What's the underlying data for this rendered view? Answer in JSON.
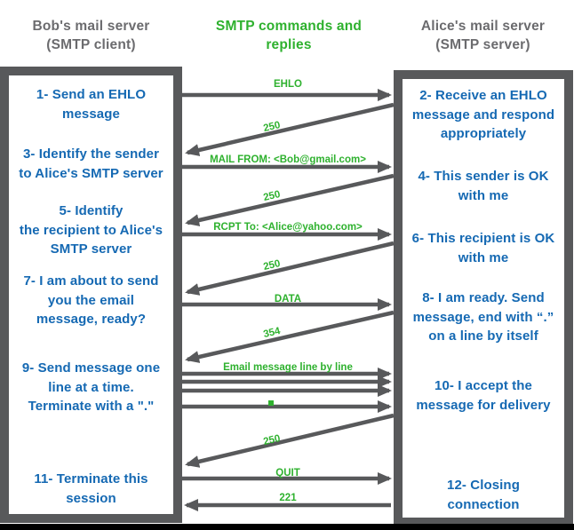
{
  "colors": {
    "frame_gray": "#58595b",
    "header_gray": "#6b6b6e",
    "text_blue": "#1569b3",
    "accent_green": "#2eb12e",
    "footer_black": "#000000"
  },
  "headers": {
    "client": "Bob's mail server\n(SMTP client)",
    "middle": "SMTP commands and\nreplies",
    "server": "Alice's mail server\n(SMTP server)"
  },
  "client_box": {
    "role": "SMTP client",
    "items": [
      "1- Send an EHLO\nmessage",
      "3- Identify the sender\nto Alice's SMTP server",
      "5- Identify\nthe recipient to Alice's\nSMTP server",
      "7- I am about to send\nyou the email\nmessage, ready?",
      "9- Send message one\nline at a time.\nTerminate with a \".\"",
      "11- Terminate this\nsession"
    ]
  },
  "server_box": {
    "role": "SMTP server",
    "items": [
      "2- Receive an EHLO\nmessage and respond\nappropriately",
      "4- This sender is OK\nwith me",
      "6- This recipient is OK\nwith me",
      "8-  I am ready. Send\nmessage, end with “.”\non a line by itself",
      "10-  I accept the\nmessage for delivery",
      "12-  Closing\nconnection"
    ]
  },
  "messages": [
    {
      "label": "EHLO",
      "from": "client",
      "to": "server"
    },
    {
      "label": "250",
      "from": "server",
      "to": "client"
    },
    {
      "label": "MAIL FROM: <Bob@gmail.com>",
      "from": "client",
      "to": "server"
    },
    {
      "label": "250",
      "from": "server",
      "to": "client"
    },
    {
      "label": "RCPT To: <Alice@yahoo.com>",
      "from": "client",
      "to": "server"
    },
    {
      "label": "250",
      "from": "server",
      "to": "client"
    },
    {
      "label": "DATA",
      "from": "client",
      "to": "server"
    },
    {
      "label": "354",
      "from": "server",
      "to": "client"
    },
    {
      "label": "Email message line by line",
      "from": "client",
      "to": "server",
      "repeated_arrows": 4,
      "ends_with_dot_marker": true
    },
    {
      "label": "250",
      "from": "server",
      "to": "client"
    },
    {
      "label": "QUIT",
      "from": "client",
      "to": "server"
    },
    {
      "label": "221",
      "from": "server",
      "to": "client"
    }
  ]
}
